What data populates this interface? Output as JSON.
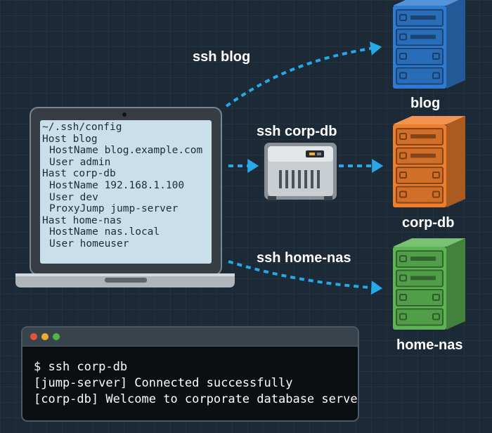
{
  "config_file": {
    "lines": [
      "~/.ssh/config",
      "Host blog",
      "HostName blog.example.com",
      "User admin",
      "Hast corp-db",
      "HostName 192.168.1.100",
      "User dev",
      "ProxyJump jump-server",
      "Hast home-nas",
      "HostName nas.local",
      "User homeuser"
    ]
  },
  "connections": {
    "blog_command": "ssh blog",
    "corpdb_command": "ssh corp-db",
    "homenas_command": "ssh home-nas"
  },
  "servers": {
    "blog": {
      "label": "blog",
      "color": "#2f7bd1"
    },
    "corp_db": {
      "label": "corp-db",
      "color": "#ee7d2c"
    },
    "home_nas": {
      "label": "home-nas",
      "color": "#5cb453"
    }
  },
  "colors": {
    "arrow": "#27a9e8",
    "background": "#1b2a36"
  },
  "terminal": {
    "lines": [
      "$ ssh corp-db",
      "[jump-server] Connected successfully",
      "[corp-db] Welcome to corporate database server!"
    ]
  }
}
